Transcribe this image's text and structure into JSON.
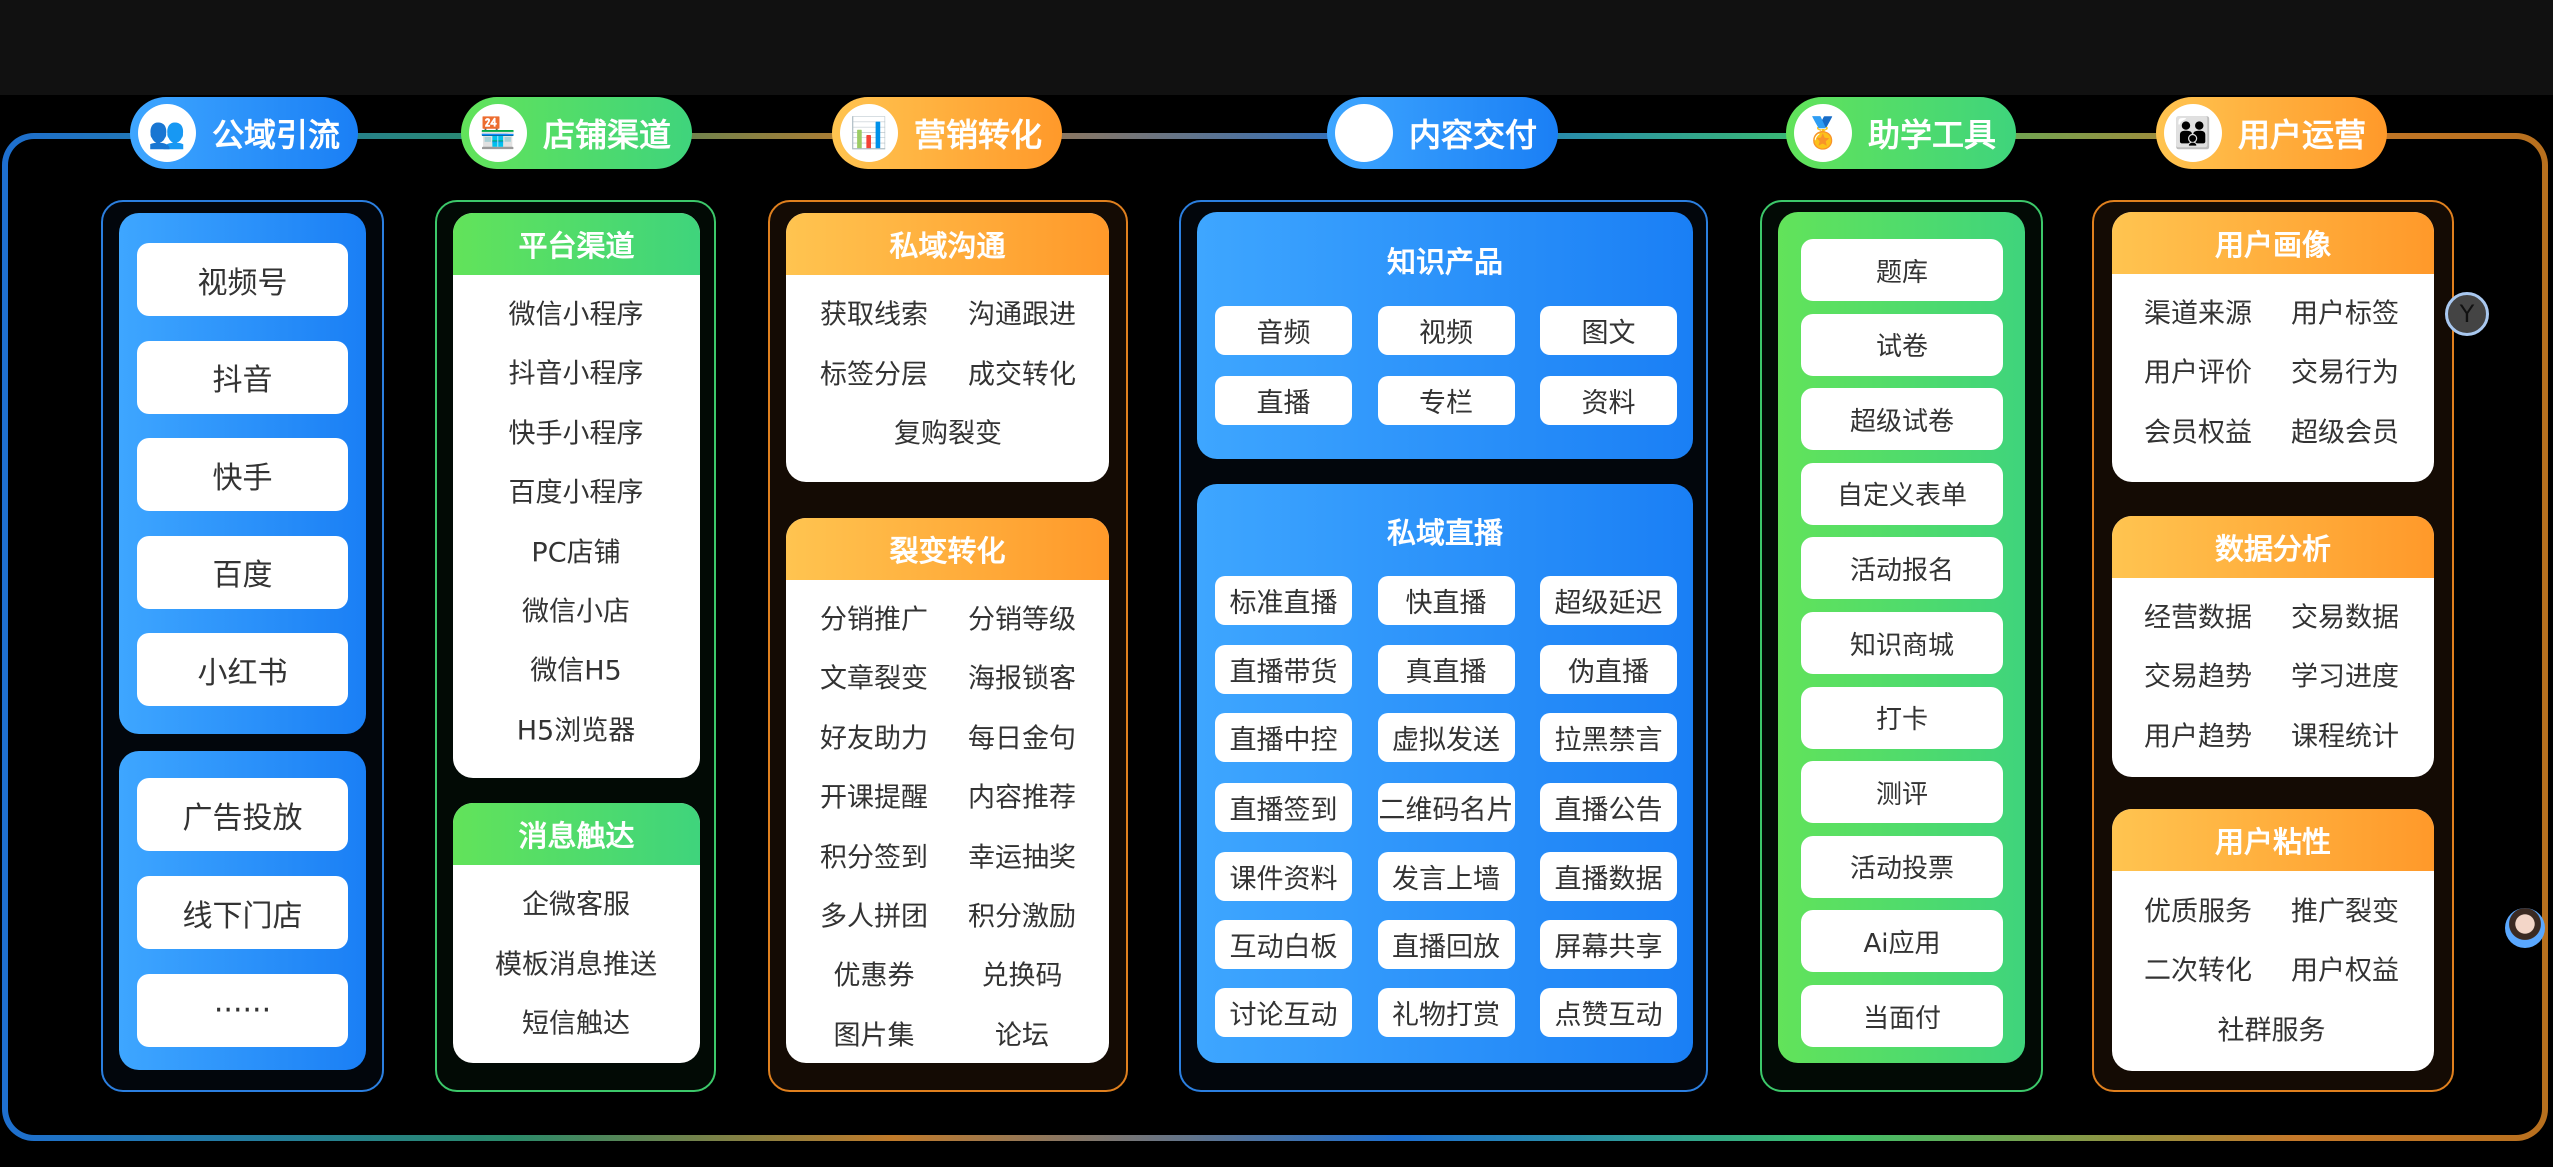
{
  "pills": [
    {
      "label": "公域引流",
      "icon": "users-add-icon",
      "glyph": "👥"
    },
    {
      "label": "店铺渠道",
      "icon": "store-icon",
      "glyph": "🏪"
    },
    {
      "label": "营销转化",
      "icon": "bar-chart-icon",
      "glyph": "📊"
    },
    {
      "label": "内容交付",
      "icon": "layers-icon",
      "glyph": "◈"
    },
    {
      "label": "助学工具",
      "icon": "medal-icon",
      "glyph": "🏅"
    },
    {
      "label": "用户运营",
      "icon": "user-group-icon",
      "glyph": "👪"
    }
  ],
  "col1": {
    "group1": [
      "视频号",
      "抖音",
      "快手",
      "百度",
      "小红书"
    ],
    "group2": [
      "广告投放",
      "线下门店",
      "······"
    ]
  },
  "col2": {
    "cards": [
      {
        "title": "平台渠道",
        "items": [
          "微信小程序",
          "抖音小程序",
          "快手小程序",
          "百度小程序",
          "PC店铺",
          "微信小店",
          "微信H5",
          "H5浏览器"
        ]
      },
      {
        "title": "消息触达",
        "items": [
          "企微客服",
          "模板消息推送",
          "短信触达"
        ]
      }
    ]
  },
  "col3": {
    "cards": [
      {
        "title": "私域沟通",
        "items": [
          "获取线索",
          "沟通跟进",
          "标签分层",
          "成交转化",
          "复购裂变"
        ]
      },
      {
        "title": "裂变转化",
        "items": [
          "分销推广",
          "分销等级",
          "文章裂变",
          "海报锁客",
          "好友助力",
          "每日金句",
          "开课提醒",
          "内容推荐",
          "积分签到",
          "幸运抽奖",
          "多人拼团",
          "积分激励",
          "优惠券",
          "兑换码",
          "图片集",
          "论坛"
        ]
      }
    ]
  },
  "col4": {
    "cards": [
      {
        "title": "知识产品",
        "items": [
          "音频",
          "视频",
          "图文",
          "直播",
          "专栏",
          "资料"
        ]
      },
      {
        "title": "私域直播",
        "items": [
          "标准直播",
          "快直播",
          "超级延迟",
          "直播带货",
          "真直播",
          "伪直播",
          "直播中控",
          "虚拟发送",
          "拉黑禁言",
          "直播签到",
          "二维码名片",
          "直播公告",
          "课件资料",
          "发言上墙",
          "直播数据",
          "互动白板",
          "直播回放",
          "屏幕共享",
          "讨论互动",
          "礼物打赏",
          "点赞互动"
        ]
      }
    ]
  },
  "col5": {
    "items": [
      "题库",
      "试卷",
      "超级试卷",
      "自定义表单",
      "活动报名",
      "知识商城",
      "打卡",
      "测评",
      "活动投票",
      "Ai应用",
      "当面付"
    ]
  },
  "col6": {
    "cards": [
      {
        "title": "用户画像",
        "items": [
          "渠道来源",
          "用户标签",
          "用户评价",
          "交易行为",
          "会员权益",
          "超级会员"
        ]
      },
      {
        "title": "数据分析",
        "items": [
          "经营数据",
          "交易数据",
          "交易趋势",
          "学习进度",
          "用户趋势",
          "课程统计"
        ]
      },
      {
        "title": "用户粘性",
        "items": [
          "优质服务",
          "推广裂变",
          "二次转化",
          "用户权益",
          "社群服务"
        ]
      }
    ]
  },
  "colors": {
    "blue": "#1a7ff5",
    "green": "#3fd47c",
    "orange": "#ff992a"
  }
}
